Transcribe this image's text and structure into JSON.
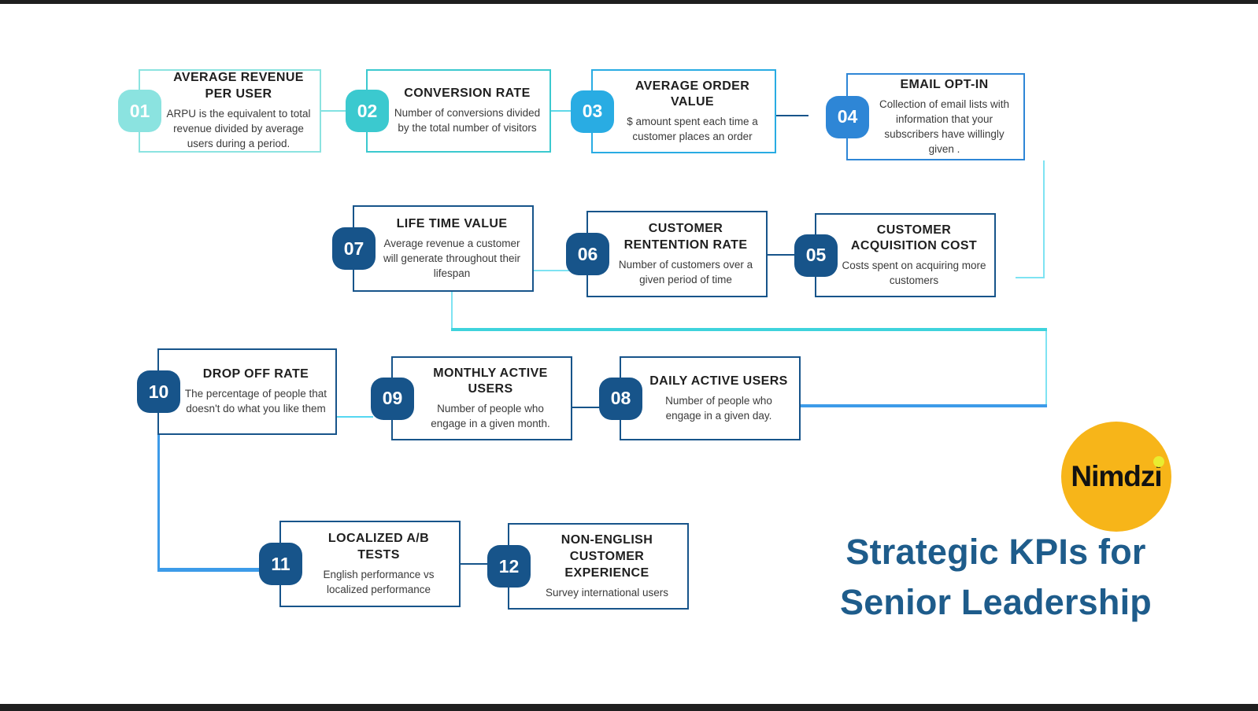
{
  "canvas": {
    "background": "#ffffff",
    "top_bar_color": "#1f1f1f",
    "bottom_bar_color": "#1f1f1f"
  },
  "title": {
    "line1": "Strategic KPIs for",
    "line2": "Senior Leadership",
    "color": "#1E5C8B"
  },
  "logo": {
    "text": "Nimdzi",
    "circle_color": "#F7B519",
    "text_color": "#121212",
    "i_dot_color": "#E9ED30"
  },
  "colors": {
    "navy": "#17548A",
    "line_blue": "#3D9BE9",
    "cyan_bright": "#3ED3DC",
    "cyan_pale": "#82E2E2",
    "cyan_sky": "#5FD8E8",
    "sky_light": "#55D7F2",
    "cyan_pale_line": "#7EE3F2"
  },
  "kpis": [
    {
      "num": "01",
      "title": "AVERAGE REVENUE PER USER",
      "desc": "ARPU is the equivalent to total revenue divided by average users during a period.",
      "accent": "#8BE3E0"
    },
    {
      "num": "02",
      "title": "CONVERSION RATE",
      "desc": "Number of conversions divided by the total number of visitors",
      "accent": "#3BC9CF"
    },
    {
      "num": "03",
      "title": "AVERAGE ORDER VALUE",
      "desc": "$ amount spent each time a customer places an order",
      "accent": "#29ACE3"
    },
    {
      "num": "04",
      "title": "EMAIL OPT-IN",
      "desc": "Collection of email lists with information that your subscribers have willingly given .",
      "accent": "#2E86D6"
    },
    {
      "num": "05",
      "title": "CUSTOMER ACQUISITION COST",
      "desc": "Costs spent on acquiring more customers",
      "accent": "#17548A"
    },
    {
      "num": "06",
      "title": "CUSTOMER RENTENTION RATE",
      "desc": "Number of customers  over a given period of time",
      "accent": "#17548A"
    },
    {
      "num": "07",
      "title": "LIFE TIME VALUE",
      "desc": "Average revenue  a customer will generate throughout their lifespan",
      "accent": "#17548A"
    },
    {
      "num": "08",
      "title": "DAILY ACTIVE USERS",
      "desc": "Number of people who engage in a given day.",
      "accent": "#17548A"
    },
    {
      "num": "09",
      "title": "MONTHLY ACTIVE USERS",
      "desc": "Number of people who engage in a given month.",
      "accent": "#17548A"
    },
    {
      "num": "10",
      "title": "DROP OFF RATE",
      "desc": "The percentage of people that doesn't do what you like them",
      "accent": "#17548A"
    },
    {
      "num": "11",
      "title": "LOCALIZED A/B TESTS",
      "desc": "English performance vs localized performance",
      "accent": "#17548A"
    },
    {
      "num": "12",
      "title": "NON-ENGLISH CUSTOMER EXPERIENCE",
      "desc": "Survey international users",
      "accent": "#17548A"
    }
  ]
}
